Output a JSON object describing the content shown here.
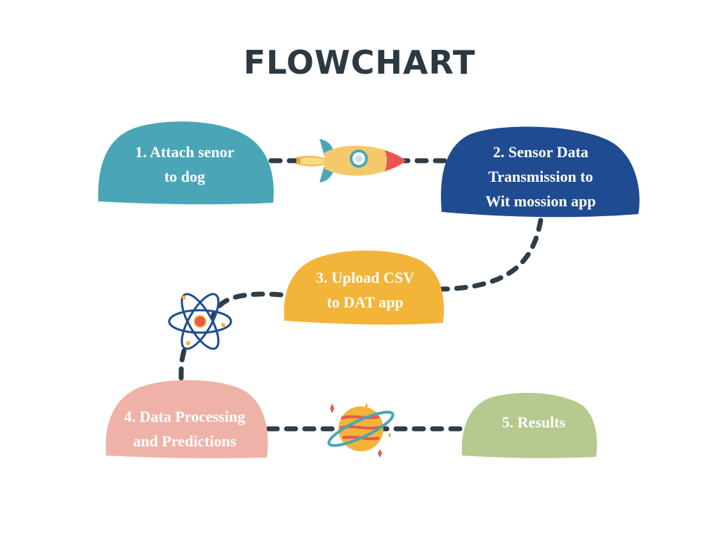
{
  "title": "FLOWCHART",
  "colors": {
    "title": "#2b3a42",
    "connector": "#2f3d46",
    "step1": "#4aa6b7",
    "step2": "#1f4b91",
    "step3": "#f3b43a",
    "step4": "#efb2a9",
    "step5": "#b6c98e"
  },
  "steps": [
    {
      "line1": "1. Attach senor",
      "line2": "to dog"
    },
    {
      "line1": "2. Sensor Data",
      "line2": "Transmission to",
      "line3": "Wit mossion app"
    },
    {
      "line1": "3. Upload CSV",
      "line2": "to DAT app"
    },
    {
      "line1": "4. Data Processing",
      "line2": "and Predictions"
    },
    {
      "line1": "5. Results"
    }
  ],
  "icons": [
    "rocket-icon",
    "atom-icon",
    "planet-icon"
  ]
}
